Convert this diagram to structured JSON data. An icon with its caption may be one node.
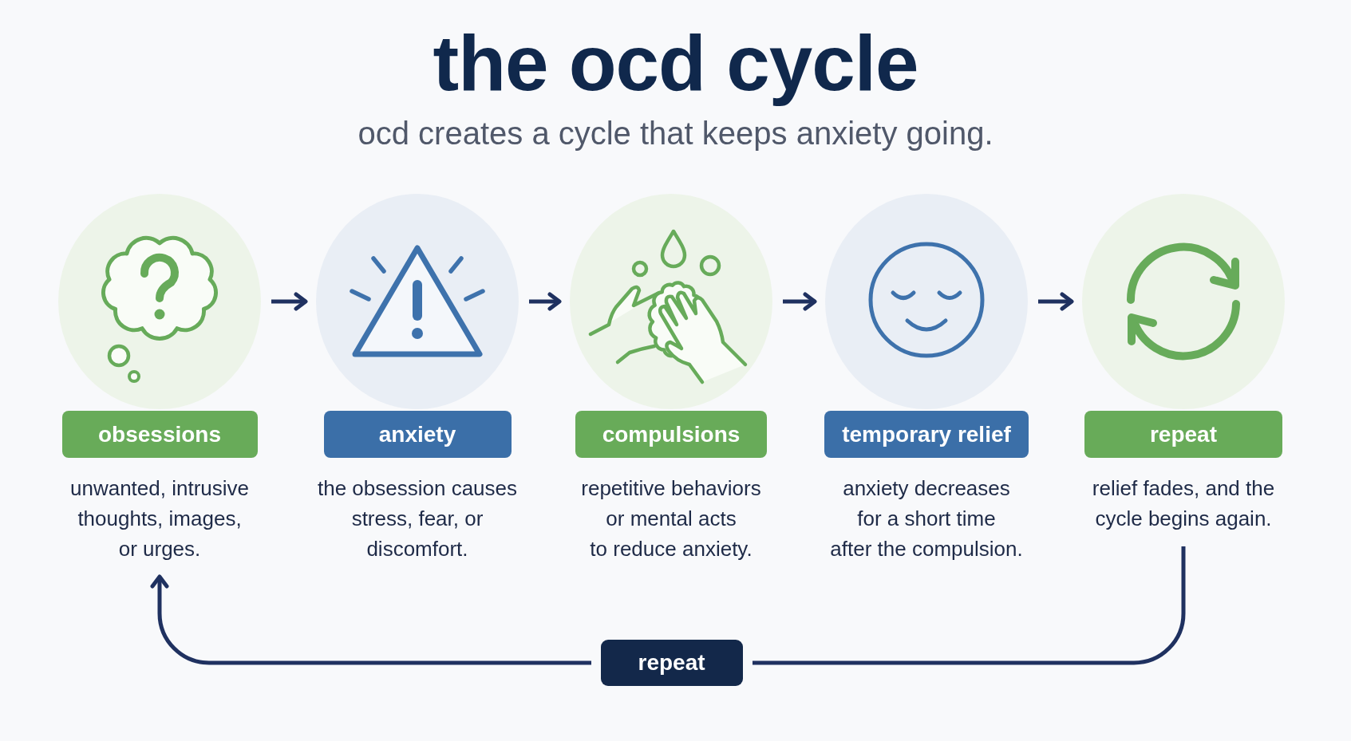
{
  "diagram": {
    "title": "the ocd cycle",
    "nodes": [
      {
        "text": [
          "obsessions",
          "unwanted, intrusive thoughts, images, or urges."
        ]
      },
      {
        "text": [
          "anxiety",
          "the obsession causes stress, fear, or discomfort."
        ]
      },
      {
        "text": [
          "compulsions",
          "repetitive behaviors or mental acts to reduce anxiety."
        ]
      },
      {
        "text": [
          "temporary relief",
          "anxiety decreases for a short time after the compulsion."
        ]
      },
      {
        "text": [
          "repeat",
          "relief fades, and the cycle begins again."
        ]
      }
    ],
    "edges": [
      {
        "from": 0,
        "to": 1,
        "arrow": "to"
      },
      {
        "from": 1,
        "to": 2,
        "arrow": "to"
      },
      {
        "from": 2,
        "to": 3,
        "arrow": "to"
      },
      {
        "from": 3,
        "to": 4,
        "arrow": "to"
      },
      {
        "from": 4,
        "to": 0,
        "arrow": "to",
        "label": "repeat"
      }
    ],
    "labels": [
      "ocd creates a cycle that keeps anxiety going."
    ]
  }
}
